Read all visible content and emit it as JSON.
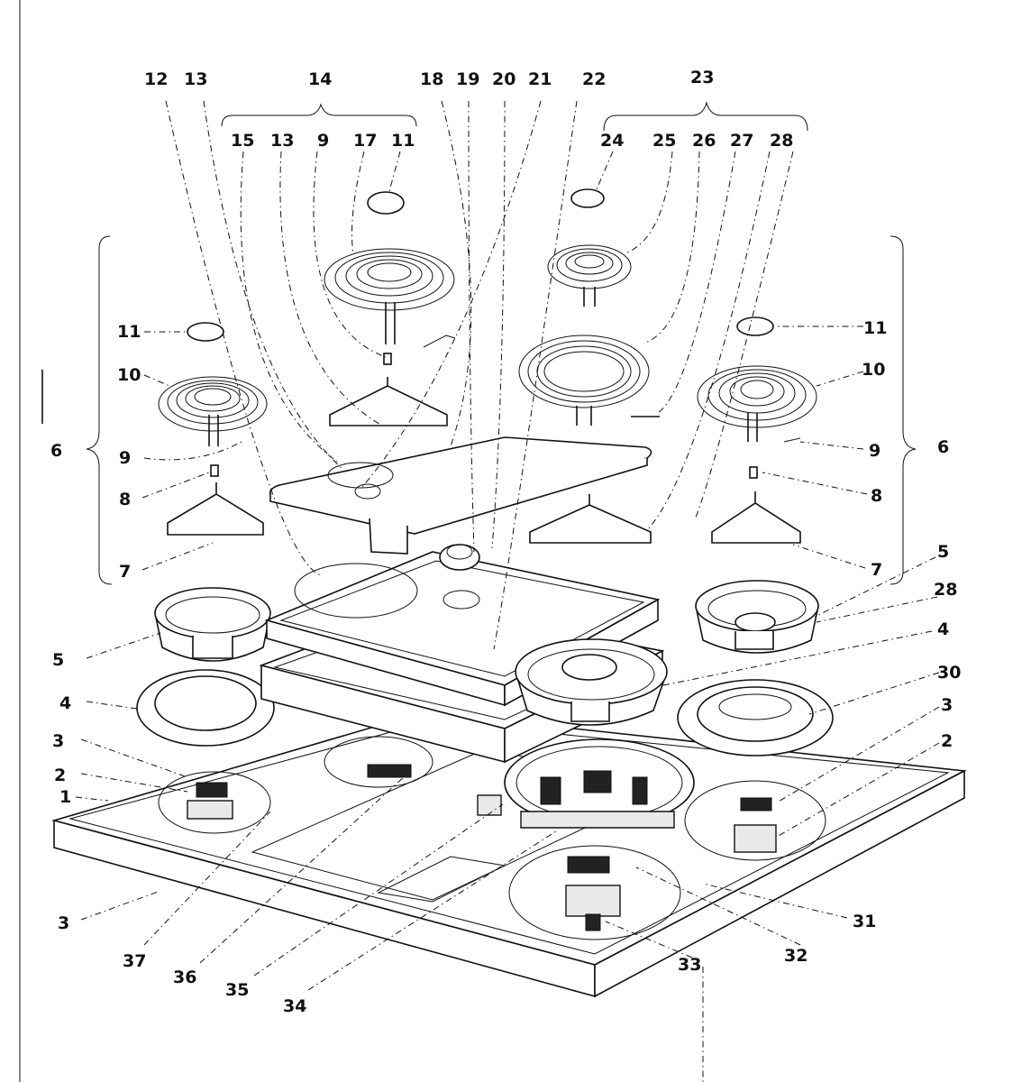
{
  "labels": {
    "l1": "1",
    "l2a": "2",
    "l2b": "2",
    "l3a": "3",
    "l3b": "3",
    "l3c": "3",
    "l4a": "4",
    "l4b": "4",
    "l5a": "5",
    "l5b": "5",
    "l6a": "6",
    "l6b": "6",
    "l7a": "7",
    "l7b": "7",
    "l8a": "8",
    "l8b": "8",
    "l9a": "9",
    "l9b": "9",
    "l9c": "9",
    "l10a": "10",
    "l10b": "10",
    "l11a": "11",
    "l11b": "11",
    "l11c": "11",
    "l12": "12",
    "l13a": "13",
    "l13b": "13",
    "l14": "14",
    "l15": "15",
    "l17": "17",
    "l18": "18",
    "l19": "19",
    "l20": "20",
    "l21": "21",
    "l22": "22",
    "l23": "23",
    "l24": "24",
    "l25": "25",
    "l26": "26",
    "l27": "27",
    "l28a": "28",
    "l28b": "28",
    "l30": "30",
    "l31": "31",
    "l32": "32",
    "l33": "33",
    "l34": "34",
    "l35": "35",
    "l36": "36",
    "l37": "37"
  },
  "colors": {
    "line": "#111111",
    "background": "#ffffff"
  }
}
